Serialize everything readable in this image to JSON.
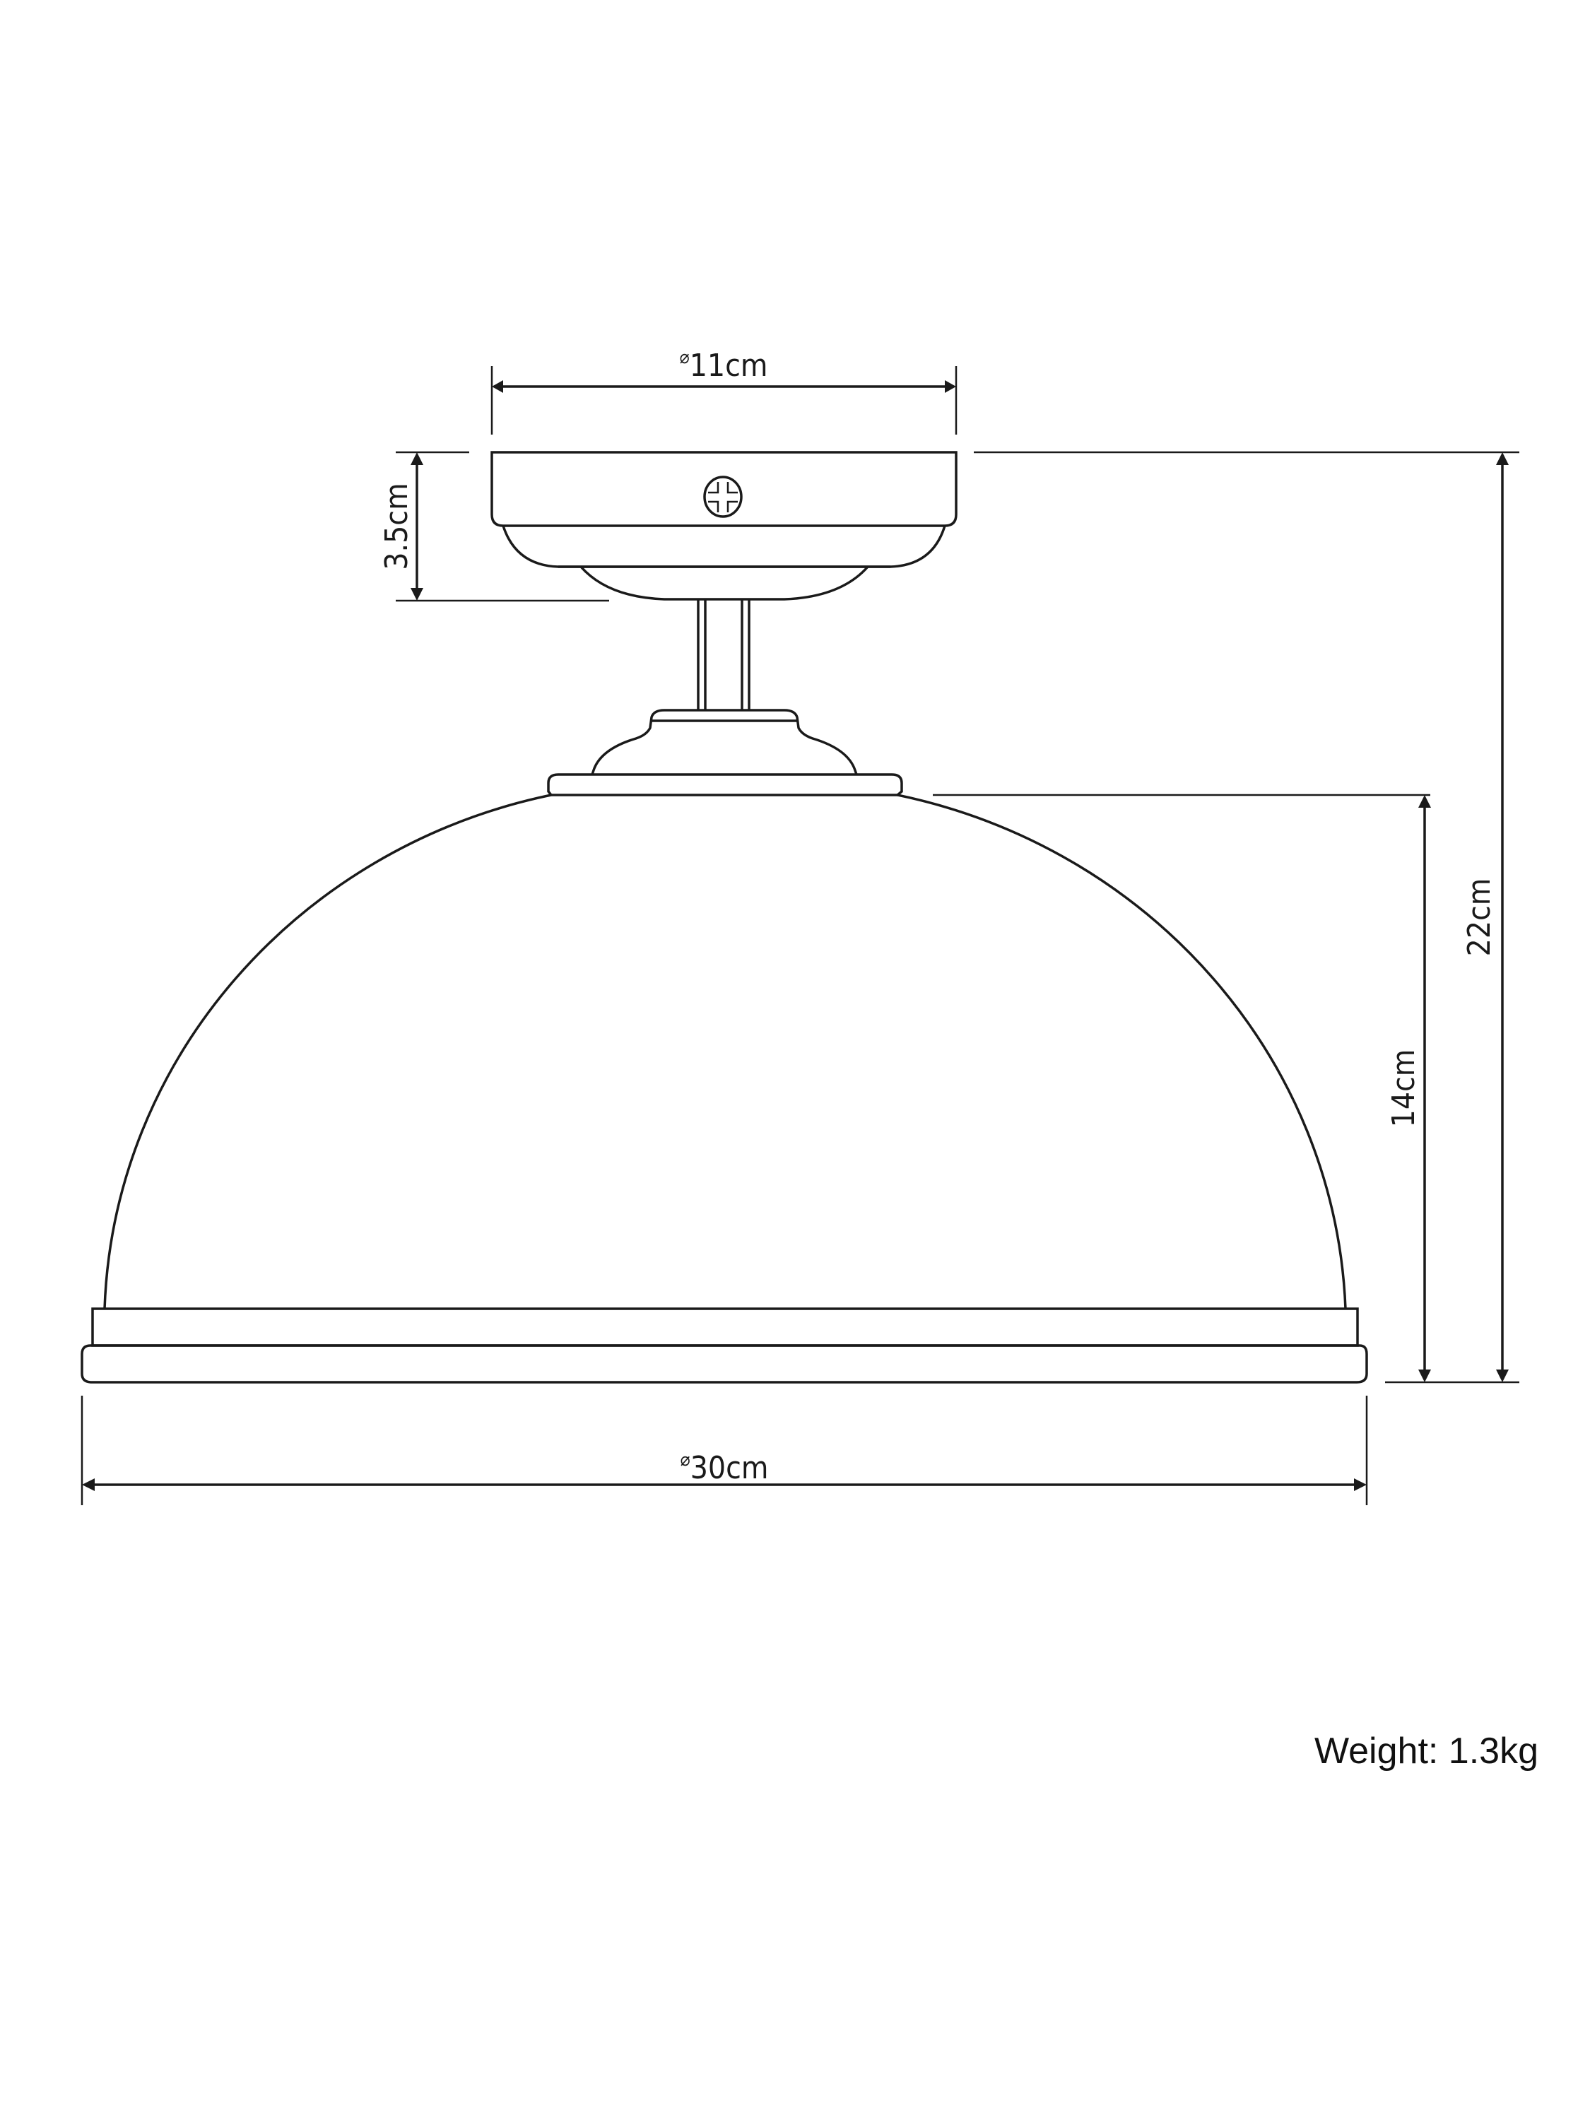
{
  "diagram": {
    "subject": "Semi-flush dome ceiling light dimension drawing",
    "dimensions": {
      "canopy_diameter": "11cm",
      "canopy_height": "3.5cm",
      "overall_height": "22cm",
      "shade_height": "14cm",
      "shade_diameter": "30cm"
    },
    "diameter_symbol": "⌀",
    "weight_label": "Weight: 1.3kg"
  },
  "colors": {
    "line": "#1a1a1a",
    "background": "#ffffff"
  }
}
